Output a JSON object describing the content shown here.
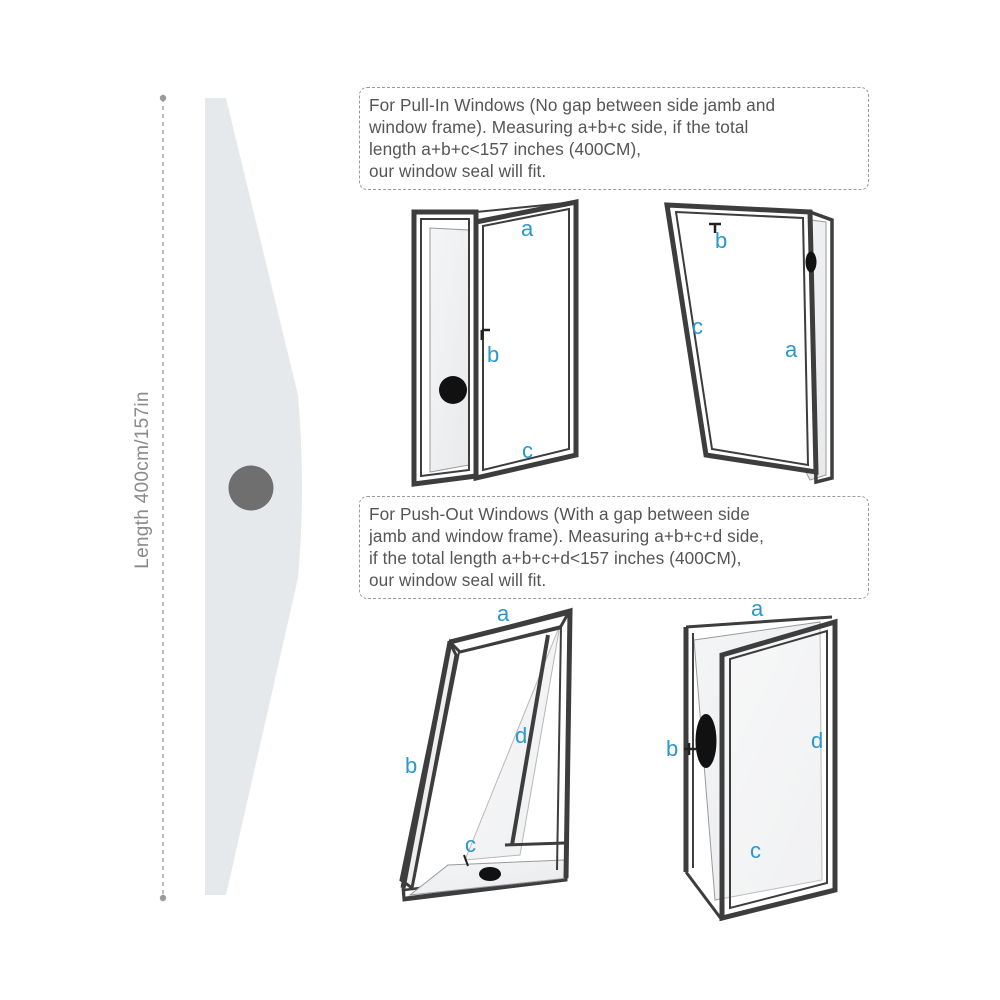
{
  "length_label": "Length 400cm/157in",
  "pull_in": {
    "caption_lines": [
      "For Pull-In Windows (No gap between side jamb and",
      "window frame). Measuring a+b+c side, if the total",
      "length a+b+c<157 inches (400CM),",
      "our window seal will fit."
    ],
    "window1_labels": {
      "a": "a",
      "b": "b",
      "c": "c"
    },
    "window2_labels": {
      "a": "a",
      "b": "b",
      "c": "c"
    }
  },
  "push_out": {
    "caption_lines": [
      "For Push-Out Windows (With a gap between side",
      "jamb and window frame). Measuring a+b+c+d side,",
      "if the total length a+b+c+d<157 inches (400CM),",
      "our window seal will fit."
    ],
    "window3_labels": {
      "a": "a",
      "b": "b",
      "c": "c",
      "d": "d"
    },
    "window4_labels": {
      "a": "a",
      "b": "b",
      "c": "c",
      "d": "d"
    }
  },
  "colors": {
    "seal": "#e6e9ec",
    "hole": "#6f6f6f",
    "frame": "#3d3d3d",
    "label": "#2a97cf",
    "caption_text": "#555555",
    "dim_line": "#9a9a9a"
  }
}
